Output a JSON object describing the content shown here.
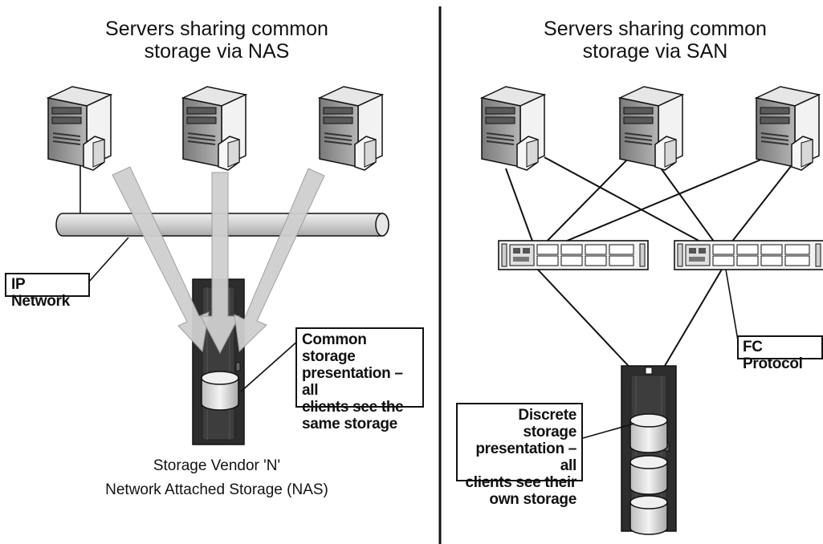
{
  "left_panel": {
    "title_line1": "Servers sharing common",
    "title_line2": "storage via NAS",
    "ip_network_label": "IP Network",
    "callout_lines": [
      "Common storage",
      "presentation – all",
      "clients see the",
      "same storage"
    ],
    "caption_line1": "Storage Vendor 'N'",
    "caption_line2": "Network Attached Storage (NAS)"
  },
  "right_panel": {
    "title_line1": "Servers sharing common",
    "title_line2": "storage via SAN",
    "fc_label": "FC Protocol",
    "callout_lines": [
      "Discrete storage",
      "presentation – all",
      "clients see their",
      "own storage"
    ]
  },
  "colors": {
    "line": "#111111",
    "arrow_fill": "#cfcfcf",
    "pipe_fill": "#d9d9d9",
    "rack_dark": "#2a2a2a",
    "server_gray": "#9a9a9a"
  }
}
